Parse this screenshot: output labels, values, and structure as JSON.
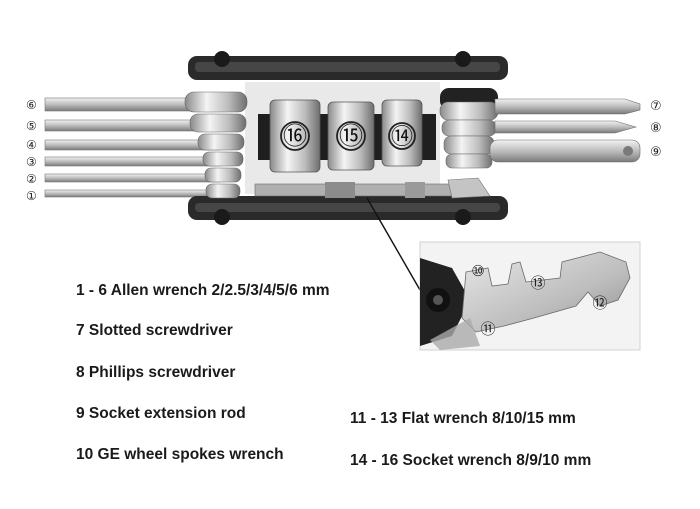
{
  "labels": {
    "allen": [
      "⑥",
      "⑤",
      "④",
      "③",
      "②",
      "①"
    ],
    "right": [
      "⑦",
      "⑧",
      "⑨"
    ],
    "sockets": [
      "⑯",
      "⑮",
      "⑭"
    ],
    "inset": [
      "⑩",
      "⑬",
      "⑫",
      "⑪"
    ]
  },
  "specs_left": [
    "1 - 6 Allen wrench 2/2.5/3/4/5/6 mm",
    "7 Slotted screwdriver",
    "8 Phillips screwdriver",
    "9 Socket extension rod",
    "10 GE wheel spokes wrench"
  ],
  "specs_right": [
    "11 - 13 Flat wrench 8/10/15 mm",
    "14 - 16 Socket wrench 8/9/10 mm"
  ],
  "colors": {
    "frame": "#2a2a2a",
    "steel_light": "#d9d9d9",
    "steel_dark": "#8a8a8a",
    "text": "#1a1a1a"
  }
}
